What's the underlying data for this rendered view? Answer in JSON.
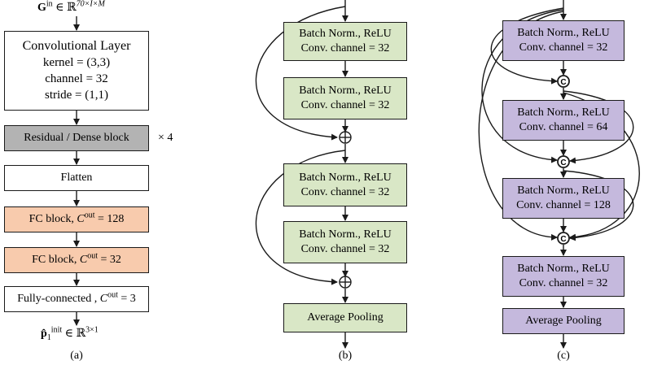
{
  "panel_a": {
    "input_label": "G",
    "input_sup": "in",
    "input_set": "∈ ℝ",
    "input_dims": "70×I×M",
    "conv": {
      "title": "Convolutional Layer",
      "kernel": "kernel = (3,3)",
      "channel": "channel = 32",
      "stride": "stride = (1,1)"
    },
    "residual": "Residual / Dense block",
    "repeat": "× 4",
    "flatten": "Flatten",
    "fc1_prefix": "FC block,",
    "fc1_var": "C",
    "fc1_sup": "out",
    "fc1_value": " = 128",
    "fc2_prefix": "FC block,",
    "fc2_var": "C",
    "fc2_sup": "out",
    "fc2_value": " = 32",
    "fc3_prefix": "Fully-connected ,",
    "fc3_var": "C",
    "fc3_sup": "out",
    "fc3_value": " = 3",
    "output_label": "p̂",
    "output_sub": "1",
    "output_sup": "init",
    "output_set": "∈ ℝ",
    "output_dims": "3×1",
    "caption": "(a)"
  },
  "panel_b": {
    "blocks": [
      {
        "line1": "Batch Norm., ReLU",
        "line2": "Conv. channel = 32"
      },
      {
        "line1": "Batch Norm., ReLU",
        "line2": "Conv. channel = 32"
      },
      {
        "line1": "Batch Norm., ReLU",
        "line2": "Conv. channel = 32"
      },
      {
        "line1": "Batch Norm., ReLU",
        "line2": "Conv. channel = 32"
      }
    ],
    "pooling": "Average Pooling",
    "add_symbol": "⊕",
    "caption": "(b)"
  },
  "panel_c": {
    "blocks": [
      {
        "line1": "Batch Norm., ReLU",
        "line2": "Conv. channel = 32"
      },
      {
        "line1": "Batch Norm., ReLU",
        "line2": "Conv. channel = 64"
      },
      {
        "line1": "Batch Norm., ReLU",
        "line2": "Conv. channel = 128"
      },
      {
        "line1": "Batch Norm., ReLU",
        "line2": "Conv. channel = 32"
      }
    ],
    "pooling": "Average Pooling",
    "concat_symbol": "C",
    "caption": "(c)"
  },
  "colors": {
    "gray": "#b3b3b3",
    "orange": "#f8cbad",
    "green": "#d9e7c6",
    "purple": "#c5b9dd"
  }
}
